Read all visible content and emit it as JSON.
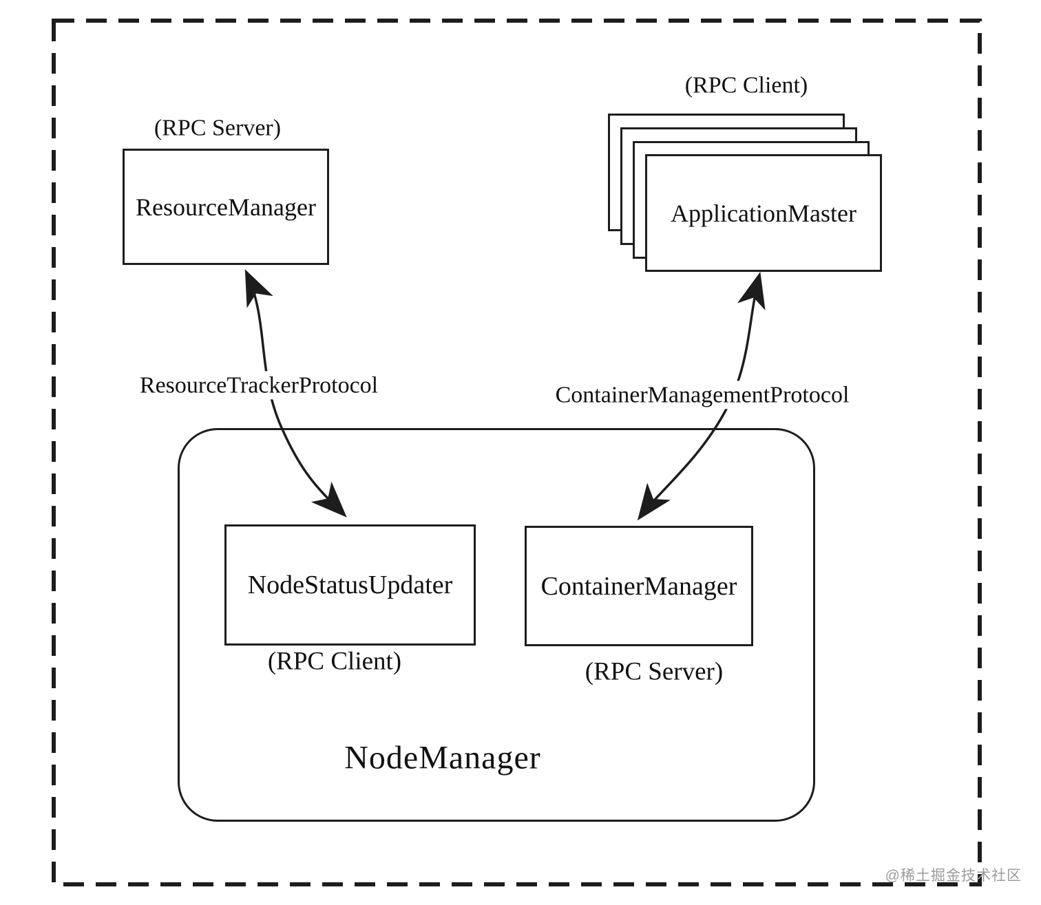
{
  "resource_manager": {
    "label": "ResourceManager",
    "annotation": "(RPC Server)"
  },
  "application_master": {
    "label": "ApplicationMaster",
    "annotation": "(RPC Client)",
    "stack_count": 4
  },
  "protocols": {
    "resource_tracker": "ResourceTrackerProtocol",
    "container_management": "ContainerManagementProtocol"
  },
  "node_manager": {
    "label": "NodeManager",
    "node_status_updater": {
      "label": "NodeStatusUpdater",
      "annotation": "(RPC Client)"
    },
    "container_manager": {
      "label": "ContainerManager",
      "annotation": "(RPC Server)"
    }
  },
  "watermark": "@稀土掘金技术社区",
  "colors": {
    "line": "#1d1d1d",
    "background": "#ffffff",
    "text": "#111111",
    "watermark": "#9b9b9b"
  }
}
